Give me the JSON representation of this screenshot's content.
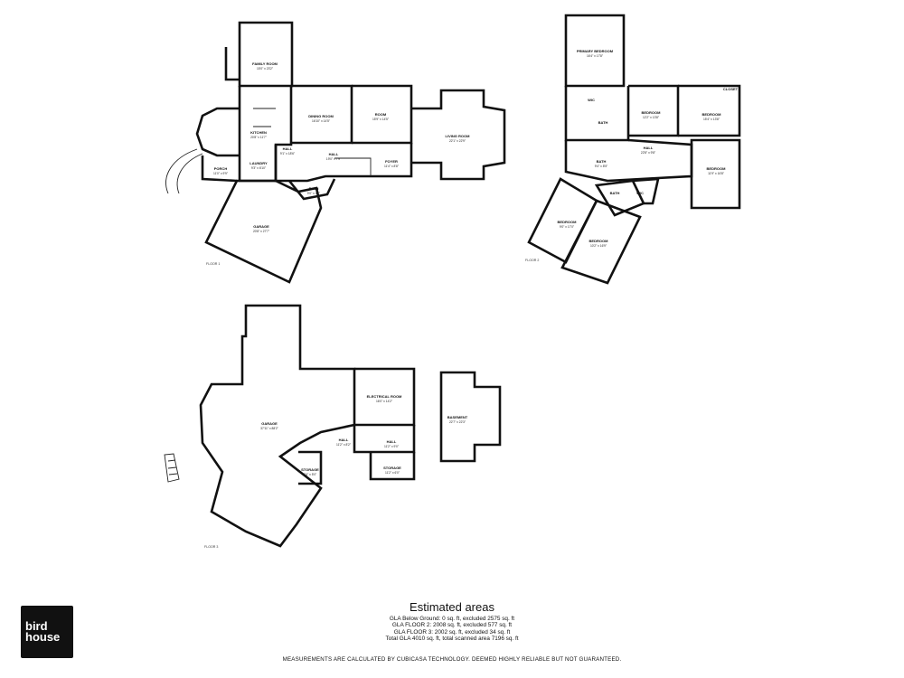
{
  "brand": {
    "line1": "bird",
    "line2": "house"
  },
  "floors": [
    {
      "id": "floor1",
      "label": "FLOOR 1",
      "rooms": [
        {
          "name": "FAMILY ROOM",
          "dim": "15'0\" x 23'2\""
        },
        {
          "name": "DINING ROOM",
          "dim": "16'10\" x 14'5\""
        },
        {
          "name": "ROOM",
          "dim": "15'9\" x 14'5\""
        },
        {
          "name": "LIVING ROOM",
          "dim": "22'1\" x 22'9\""
        },
        {
          "name": "KITCHEN",
          "dim": "20'8\" x 11'7\""
        },
        {
          "name": "HALL",
          "dim": "9'1\" x 18'6\""
        },
        {
          "name": "HALL",
          "dim": "19'0\" x 7'9\""
        },
        {
          "name": "FOYER",
          "dim": "11'4\" x 8'8\""
        },
        {
          "name": "LAUNDRY",
          "dim": "9'3\" x 6'10\""
        },
        {
          "name": "PORCH",
          "dim": "11'0\" x 9'9\""
        },
        {
          "name": "BATH",
          "dim": "9'0\" x 4'7\""
        },
        {
          "name": "GARAGE",
          "dim": "20'8\" x 27'7\""
        }
      ]
    },
    {
      "id": "floor2",
      "label": "FLOOR 2",
      "rooms": [
        {
          "name": "PRIMARY BEDROOM",
          "dim": "16'4\" x 17'8\""
        },
        {
          "name": "WIC",
          "dim": ""
        },
        {
          "name": "BATH",
          "dim": ""
        },
        {
          "name": "BEDROOM",
          "dim": "12'2\" x 13'8\""
        },
        {
          "name": "BEDROOM",
          "dim": "15'4\" x 13'8\""
        },
        {
          "name": "CLOSET",
          "dim": ""
        },
        {
          "name": "BEDROOM",
          "dim": "11'9\" x 16'8\""
        },
        {
          "name": "HALL",
          "dim": "22'8\" x 9'8\""
        },
        {
          "name": "BATH",
          "dim": "9'4\" x 8'5\""
        },
        {
          "name": "BATH",
          "dim": ""
        },
        {
          "name": "WIC",
          "dim": ""
        },
        {
          "name": "BEDROOM",
          "dim": "9'0\" x 17'0\""
        },
        {
          "name": "BEDROOM",
          "dim": "10'2\" x 16'9\""
        }
      ]
    },
    {
      "id": "floor3",
      "label": "FLOOR 3",
      "rooms": [
        {
          "name": "GARAGE",
          "dim": "37'11\" x 88'2\""
        },
        {
          "name": "ELECTRICAL ROOM",
          "dim": "16'0\" x 14'2\""
        },
        {
          "name": "BASEMENT",
          "dim": "22'7\" x 22'3\""
        },
        {
          "name": "HALL",
          "dim": "11'2\" x 8'2\""
        },
        {
          "name": "HALL",
          "dim": "11'2\" x 9'0\""
        },
        {
          "name": "STORAGE",
          "dim": "7'4\" x 5'0\""
        },
        {
          "name": "STORAGE",
          "dim": "11'2\" x 6'0\""
        }
      ]
    }
  ],
  "estimate": {
    "title": "Estimated areas",
    "lines": [
      "GLA Below Ground: 0 sq. ft, excluded 2575 sq. ft",
      "GLA FLOOR 2: 2008 sq. ft, excluded 577 sq. ft",
      "GLA FLOOR 3: 2002 sq. ft, excluded 34 sq. ft",
      "Total GLA 4010 sq. ft, total scanned area 7196 sq. ft"
    ]
  },
  "disclaimer": "MEASUREMENTS ARE CALCULATED BY CUBICASA TECHNOLOGY. DEEMED HIGHLY RELIABLE BUT NOT GUARANTEED."
}
